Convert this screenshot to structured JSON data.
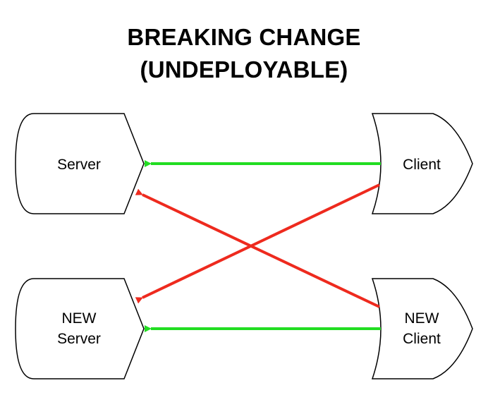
{
  "title": {
    "line1": "BREAKING CHANGE",
    "line2": "(UNDEPLOYABLE)"
  },
  "nodes": {
    "server": {
      "label": "Server"
    },
    "client": {
      "label": "Client"
    },
    "new_server": {
      "label_line1": "NEW",
      "label_line2": "Server"
    },
    "new_client": {
      "label_line1": "NEW",
      "label_line2": "Client"
    }
  },
  "colors": {
    "compatible": "#22dd22",
    "incompatible": "#ee2a1e",
    "outline": "#000000"
  }
}
